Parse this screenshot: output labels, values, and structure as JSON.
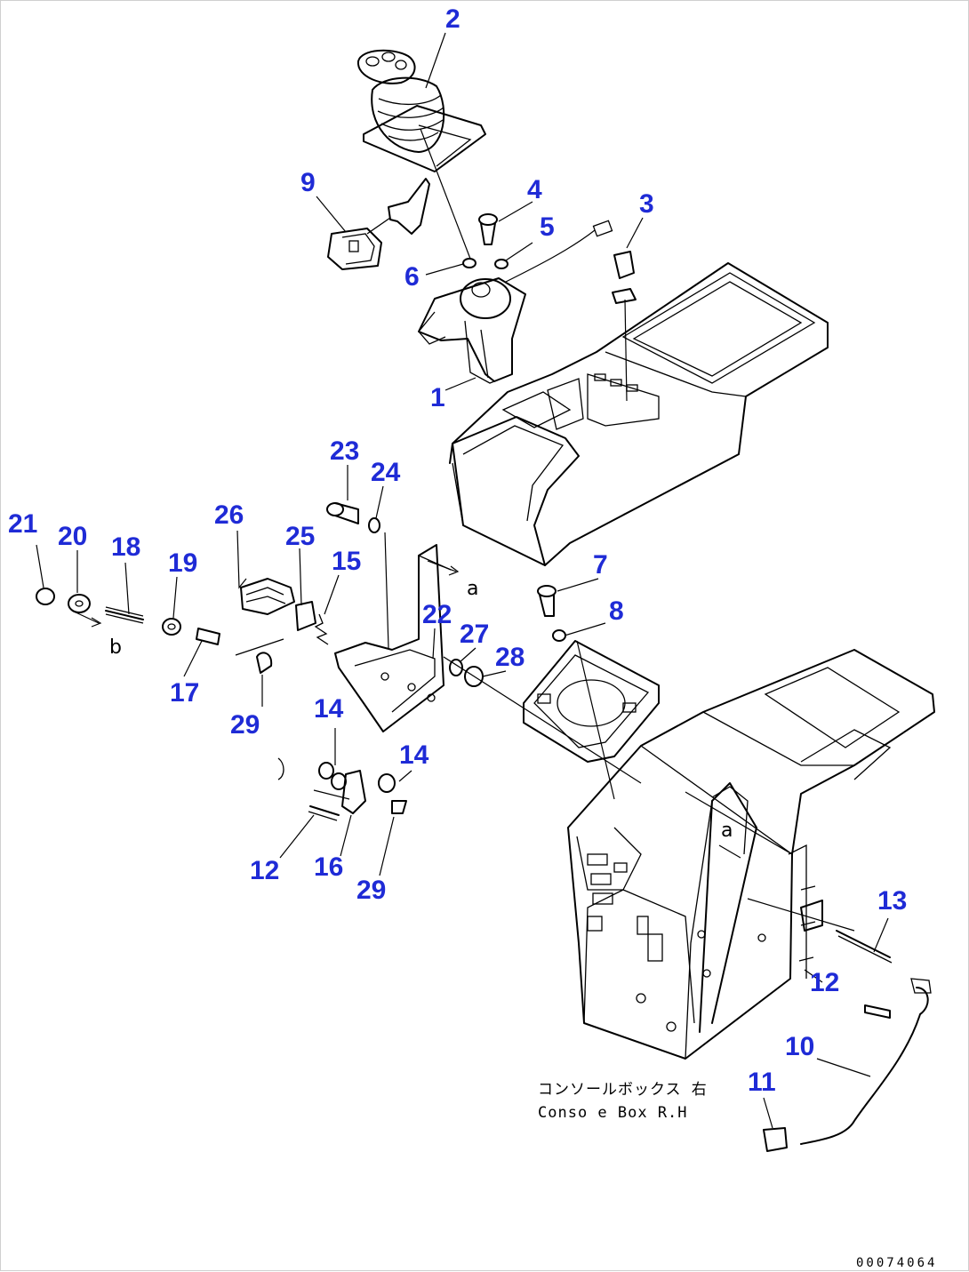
{
  "colors": {
    "callout": "#1f2bd6",
    "line": "#000000",
    "background": "#ffffff"
  },
  "callouts": [
    "1",
    "2",
    "3",
    "4",
    "5",
    "6",
    "7",
    "8",
    "9",
    "10",
    "11",
    "12",
    "12",
    "13",
    "14",
    "14",
    "15",
    "16",
    "17",
    "18",
    "19",
    "20",
    "21",
    "22",
    "23",
    "24",
    "25",
    "26",
    "27",
    "28",
    "29",
    "29"
  ],
  "references": {
    "a": "a",
    "b": "b"
  },
  "caption": {
    "japanese": "コンソールボックス 右",
    "english": "Conso e Box R.H"
  },
  "document_id": "00074064"
}
